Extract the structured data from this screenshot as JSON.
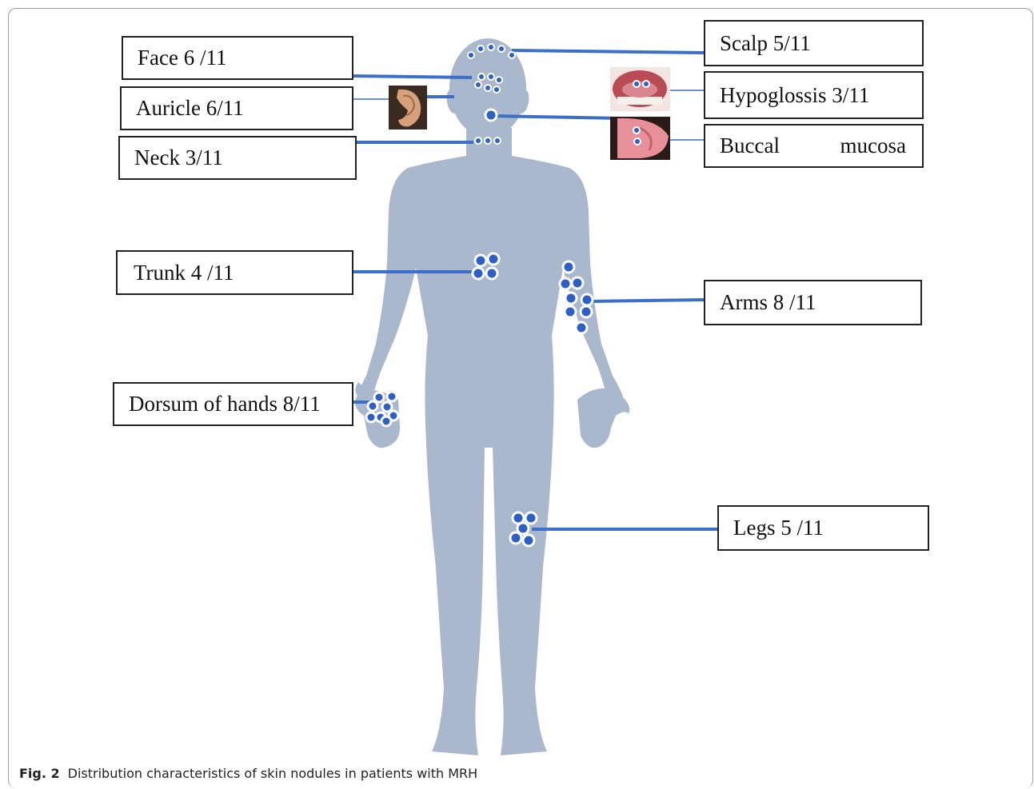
{
  "labels": {
    "face": "Face 6 /11",
    "auricle": "Auricle 6/11",
    "neck": "Neck 3/11",
    "trunk": "Trunk 4 /11",
    "dorsum_hands": "Dorsum of hands 8/11",
    "scalp": "Scalp 5/11",
    "hypoglossis": "Hypoglossis 3/11",
    "buccal_left": "Buccal",
    "buccal_right": "mucosa",
    "arms": "Arms 8 /11",
    "legs": "Legs 5 /11"
  },
  "caption": {
    "figure_number": "Fig. 2",
    "text": "Distribution characteristics of skin nodules in patients with MRH"
  },
  "colors": {
    "body": "#a9b8cd",
    "leader_line": "#3b6fc9",
    "nodule": "#2f5fc2",
    "nodule_ring": "#ffffff"
  },
  "icons": {
    "ear_photo": "ear-photo-icon",
    "mouth_open_photo": "mouth-open-photo-icon",
    "buccal_photo": "buccal-mucosa-photo-icon"
  }
}
